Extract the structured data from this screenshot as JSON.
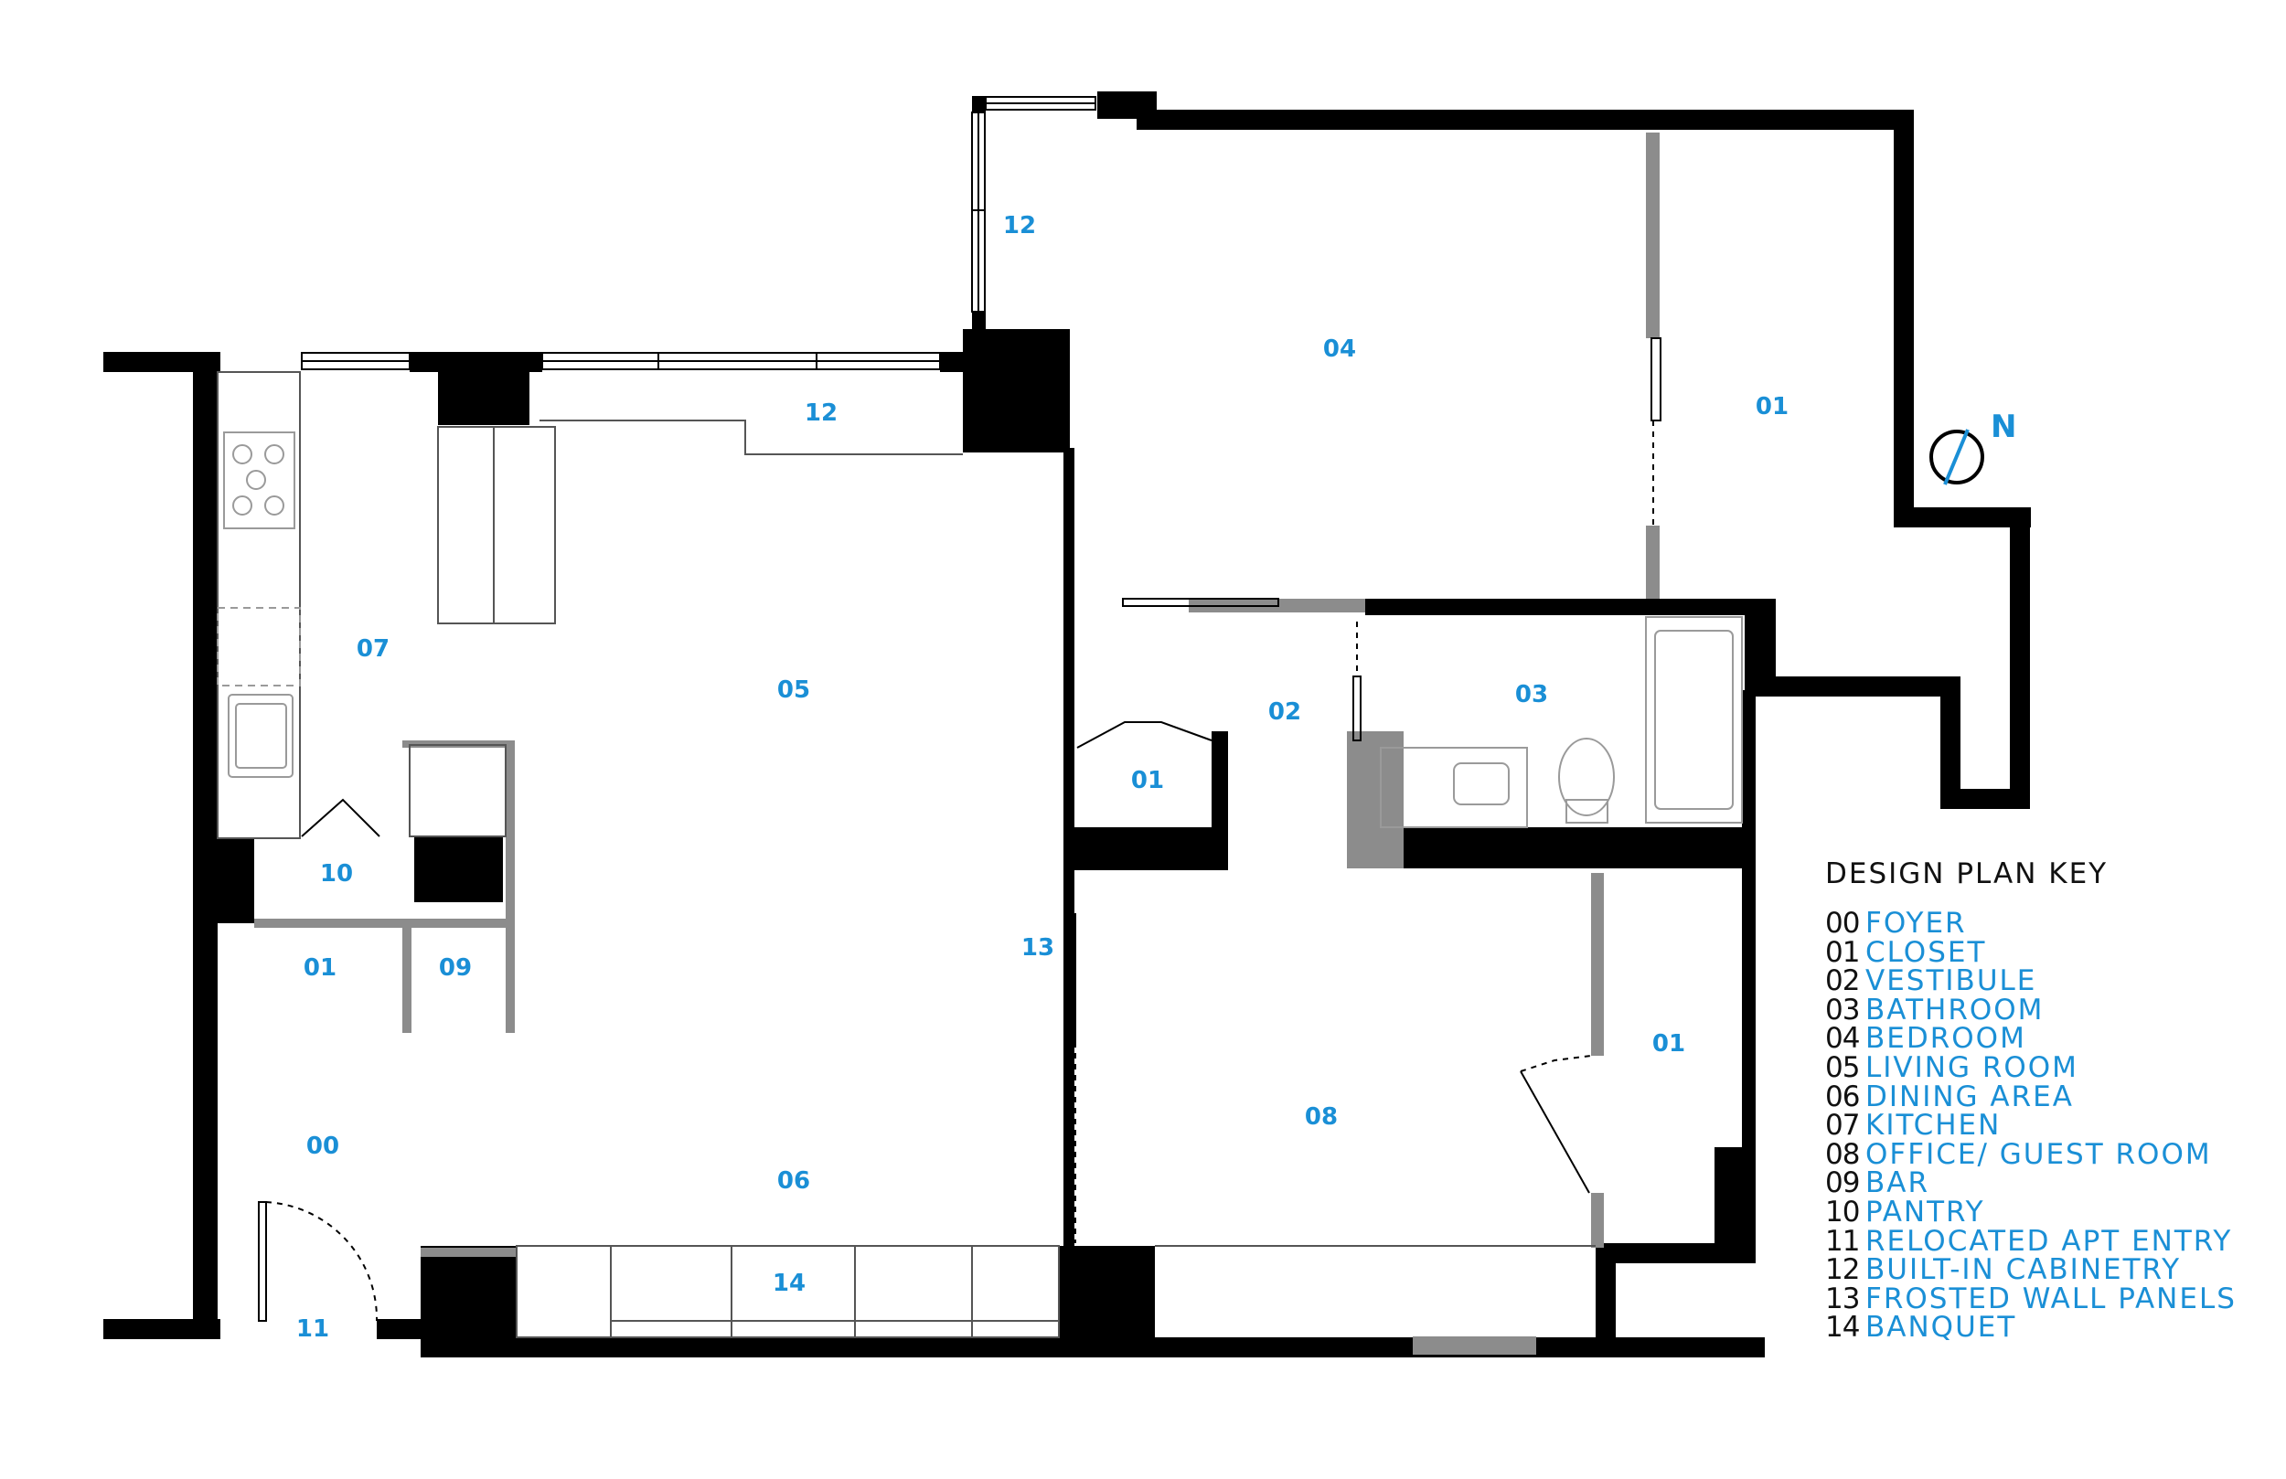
{
  "rooms": [
    {
      "id": "r00",
      "label": "00"
    },
    {
      "id": "r01a",
      "label": "01"
    },
    {
      "id": "r01b",
      "label": "01"
    },
    {
      "id": "r01c",
      "label": "01"
    },
    {
      "id": "r01d",
      "label": "01"
    },
    {
      "id": "r02",
      "label": "02"
    },
    {
      "id": "r03",
      "label": "03"
    },
    {
      "id": "r04",
      "label": "04"
    },
    {
      "id": "r05",
      "label": "05"
    },
    {
      "id": "r06",
      "label": "06"
    },
    {
      "id": "r07",
      "label": "07"
    },
    {
      "id": "r08",
      "label": "08"
    },
    {
      "id": "r09",
      "label": "09"
    },
    {
      "id": "r10",
      "label": "10"
    },
    {
      "id": "r11",
      "label": "11"
    },
    {
      "id": "r12a",
      "label": "12"
    },
    {
      "id": "r12b",
      "label": "12"
    },
    {
      "id": "r13",
      "label": "13"
    },
    {
      "id": "r14",
      "label": "14"
    }
  ],
  "north_label": "N",
  "key": {
    "title": "DESIGN PLAN KEY",
    "items": [
      {
        "num": "00",
        "name": "FOYER"
      },
      {
        "num": "01",
        "name": "CLOSET"
      },
      {
        "num": "02",
        "name": "VESTIBULE"
      },
      {
        "num": "03",
        "name": "BATHROOM"
      },
      {
        "num": "04",
        "name": "BEDROOM"
      },
      {
        "num": "05",
        "name": "LIVING ROOM"
      },
      {
        "num": "06",
        "name": "DINING AREA"
      },
      {
        "num": "07",
        "name": "KITCHEN"
      },
      {
        "num": "08",
        "name": "OFFICE/ GUEST ROOM"
      },
      {
        "num": "09",
        "name": "BAR"
      },
      {
        "num": "10",
        "name": "PANTRY"
      },
      {
        "num": "11",
        "name": "RELOCATED APT ENTRY"
      },
      {
        "num": "12",
        "name": "BUILT-IN CABINETRY"
      },
      {
        "num": "13",
        "name": "FROSTED WALL PANELS"
      },
      {
        "num": "14",
        "name": "BANQUET"
      }
    ]
  },
  "colors": {
    "wall": "#000000",
    "label": "#1a8fd6",
    "partition": "#8c8c8c",
    "fixture": "#9a9a9a"
  }
}
